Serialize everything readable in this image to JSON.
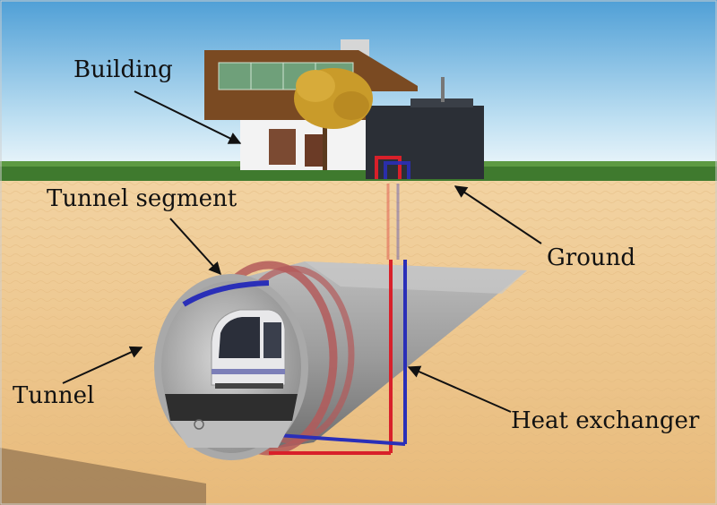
{
  "labels": {
    "building": "Building",
    "tunnel_segment": "Tunnel segment",
    "ground": "Ground",
    "tunnel": "Tunnel",
    "heat_exchanger": "Heat exchanger"
  },
  "colors": {
    "sky_top": "#5aa7d8",
    "sky_bottom": "#e4f2fa",
    "grass": "#3f7a2e",
    "soil": "#efc890",
    "tunnel_shell": "#9a9a9a",
    "pipe_red": "#d8202a",
    "pipe_blue": "#2a2fb8"
  }
}
